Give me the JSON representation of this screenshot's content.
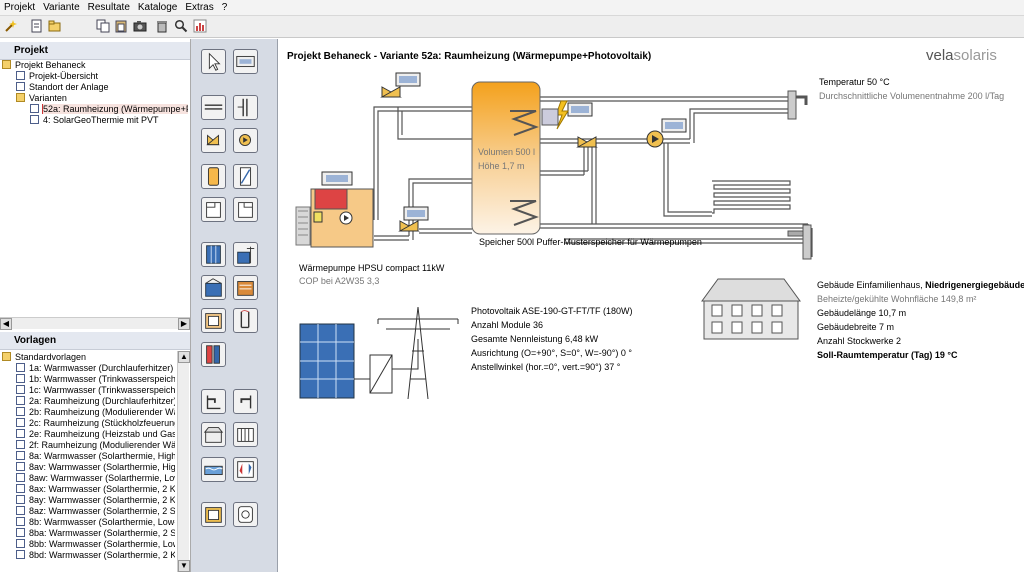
{
  "menu": [
    "Projekt",
    "Variante",
    "Resultate",
    "Kataloge",
    "Extras",
    "?"
  ],
  "toolbar_icons": [
    "wizard-icon",
    "new-icon",
    "open-icon",
    "copy-icon",
    "paste-icon",
    "camera-icon",
    "delete-icon",
    "search-icon",
    "chart-icon"
  ],
  "project_panel": {
    "header": "Projekt",
    "items": [
      {
        "label": "Projekt Behaneck",
        "icon": "folder"
      },
      {
        "label": "Projekt-Übersicht",
        "icon": "doc"
      },
      {
        "label": "Standort der Anlage",
        "icon": "doc"
      },
      {
        "label": "Varianten",
        "icon": "folder"
      },
      {
        "label": "52a: Raumheizung (Wärmepumpe+P",
        "icon": "doc",
        "selected": true
      },
      {
        "label": "4: SolarGeoThermie mit PVT",
        "icon": "doc"
      }
    ]
  },
  "templates_panel": {
    "header": "Vorlagen",
    "items": [
      "Standardvorlagen",
      "1a: Warmwasser (Durchlauferhitzer)",
      "1b: Warmwasser (Trinkwasserspeiche",
      "1c: Warmwasser (Trinkwasserspeiche",
      "2a: Raumheizung (Durchlauferhitzer)",
      "2b: Raumheizung (Modulierender Wär",
      "2c: Raumheizung (Stückholzfeuerung)",
      "2e: Raumheizung (Heizstab und Gask",
      "2f: Raumheizung (Modulierender Wärr",
      "8a: Warmwasser (Solarthermie, High-",
      "8av: Warmwasser (Solarthermie, High",
      "8aw: Warmwasser (Solarthermie, Low",
      "8ax: Warmwasser (Solarthermie, 2 Ko",
      "8ay: Warmwasser (Solarthermie, 2 Ko",
      "8az: Warmwasser (Solarthermie, 2 Sp",
      "8b: Warmwasser (Solarthermie, Low-F",
      "8ba: Warmwasser (Solarthermie, 2 Sp",
      "8bb: Warmwasser (Solarthermie, Low",
      "8bd: Warmwasser (Solarthermie, 2 Ko"
    ]
  },
  "diagram": {
    "title": "Projekt Behaneck - Variante 52a: Raumheizung (Wärmepumpe+Photovoltaik)",
    "brand_vela": "vela",
    "brand_solaris": "solaris",
    "tank_volume": "Volumen 500 l",
    "tank_height": "Höhe 1,7 m",
    "tank_caption": "Speicher 500l Puffer-Musterspeicher für Wärmepumpen",
    "hotwater_temp": "Temperatur 50 °C",
    "hotwater_usage": "Durchschnittliche Volumenentnahme 200 l/Tag",
    "heatpump_name": "Wärmepumpe HPSU compact 11kW",
    "heatpump_cop": "COP bei A2W35 3,3",
    "pv": [
      {
        "text": "Photovoltaik ASE-190-GT-FT/TF (180W)",
        "bold": false
      },
      {
        "text": "Anzahl Module 36",
        "bold": false
      },
      {
        "text": "Gesamte Nennleistung 6,48 kW",
        "bold": false
      },
      {
        "text": "Ausrichtung (O=+90°, S=0°, W=-90°) 0 °",
        "bold": false
      },
      {
        "text": "Anstellwinkel (hor.=0°, vert.=90°) 37 °",
        "bold": false
      }
    ],
    "building": {
      "title_prefix": "Gebäude Einfamilienhaus, ",
      "title_bold": "Niedrigenergiegebäude",
      "area": "Beheizte/gekühlte Wohnfläche 149,8 m²",
      "length": "Gebäudelänge 10,7 m",
      "width": "Gebäudebreite 7 m",
      "floors": "Anzahl Stockwerke 2",
      "room_temp": "Soll-Raumtemperatur (Tag) 19 °C"
    }
  },
  "palette_icons": [
    "pointer-icon",
    "controller-icon",
    "pipe-horizontal-icon",
    "pipe-vertical-icon",
    "valve-icon",
    "pump-icon",
    "storage-tank-icon",
    "heat-exchanger-icon",
    "boiler-icon",
    "boiler-2-icon",
    "solar-collector-icon",
    "pv-module-icon",
    "collector-field-icon",
    "heating-element-icon",
    "heat-pump-icon",
    "ground-probe-icon",
    "consumer-tank-icon",
    "tap-icon",
    "tap-2-icon",
    "building-icon",
    "radiator-icon",
    "pool-icon",
    "heat-source-icon",
    "grid-icon",
    "fan-icon"
  ],
  "colors": {
    "tank_orange": "#f5a623",
    "selected_outline": "#cc3333",
    "pv_blue": "#3a6fb5",
    "palette_bg": "#d6dbe4",
    "panel_header_bg": "#e4e8f0"
  }
}
